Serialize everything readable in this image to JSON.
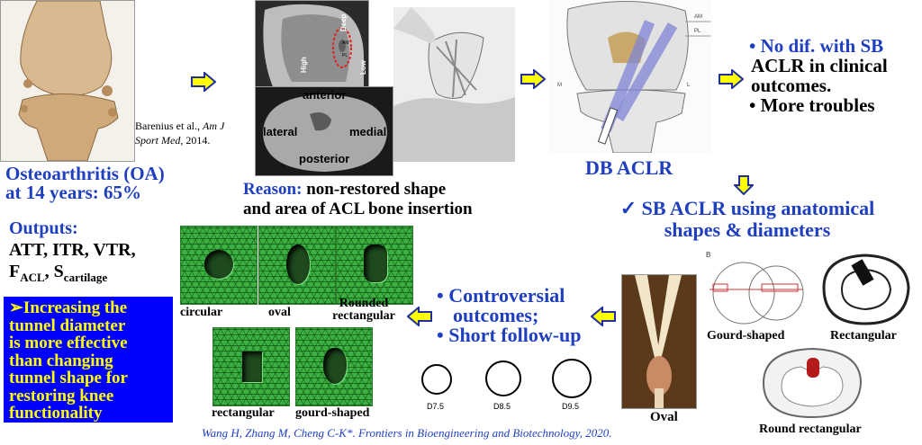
{
  "left": {
    "oa_line1": "Osteoarthritis (OA)",
    "oa_line2": "at 14 years: 65%",
    "citation_author": "Barenius et al., ",
    "citation_journal": "Am J Sport Med",
    "citation_year": ", 2014.",
    "outputs_title": "Outputs:",
    "outputs_line1": "ATT, ITR, VTR,",
    "outputs_f": "F",
    "outputs_f_sub": "ACL",
    "outputs_sep": ", S",
    "outputs_s_sub": "cartilage",
    "conclusion": [
      "➢Increasing the",
      "tunnel diameter",
      "is more effective",
      "than changing",
      "tunnel shape for",
      "restoring knee",
      "functionality"
    ]
  },
  "mri": {
    "labels": {
      "deep": "Deep",
      "high": "High",
      "low": "Low",
      "anterior": "anterior",
      "lateral": "lateral",
      "medial": "medial",
      "posterior": "posterior",
      "am": "AM",
      "pl": "PL"
    }
  },
  "reason": {
    "label": "Reason:",
    "text_line1": " non-restored shape",
    "text_line2": "and area of ACL bone insertion"
  },
  "dbaclr": {
    "title": "DB ACLR",
    "labels": {
      "am": "AM",
      "pl": "PL",
      "m": "M",
      "l": "L"
    }
  },
  "right_bullets": [
    "• No dif. with SB",
    "ACLR in clinical",
    "outcomes.",
    "• More troubles"
  ],
  "sb": {
    "line1": "✓ SB ACLR using anatomical",
    "line2": "shapes & diameters"
  },
  "shapes": {
    "gourd": "Gourd-shaped",
    "rect": "Rectangular",
    "round_rect": "Round rectangular",
    "oval": "Oval",
    "b_label": "B"
  },
  "controversial": [
    "• Controversial",
    "outcomes;",
    "• Short follow-up"
  ],
  "diameters": [
    "D7.5",
    "D8.5",
    "D9.5"
  ],
  "fe_models": {
    "circular": "circular",
    "oval": "oval",
    "rounded_line1": "Rounded",
    "rounded_line2": "rectangular",
    "rectangular": "rectangular",
    "gourd": "gourd-shaped"
  },
  "footer": "Wang H, Zhang M, Cheng C-K*. Frontiers in Bioengineering and Biotechnology, 2020.",
  "colors": {
    "title_blue": "#1f3fbf",
    "arrow_yellow": "#ffff00",
    "arrow_border": "#1f2fa0",
    "callout_bg": "#0000ff",
    "callout_text": "#ffff00",
    "mesh_green": "#3cb043"
  }
}
